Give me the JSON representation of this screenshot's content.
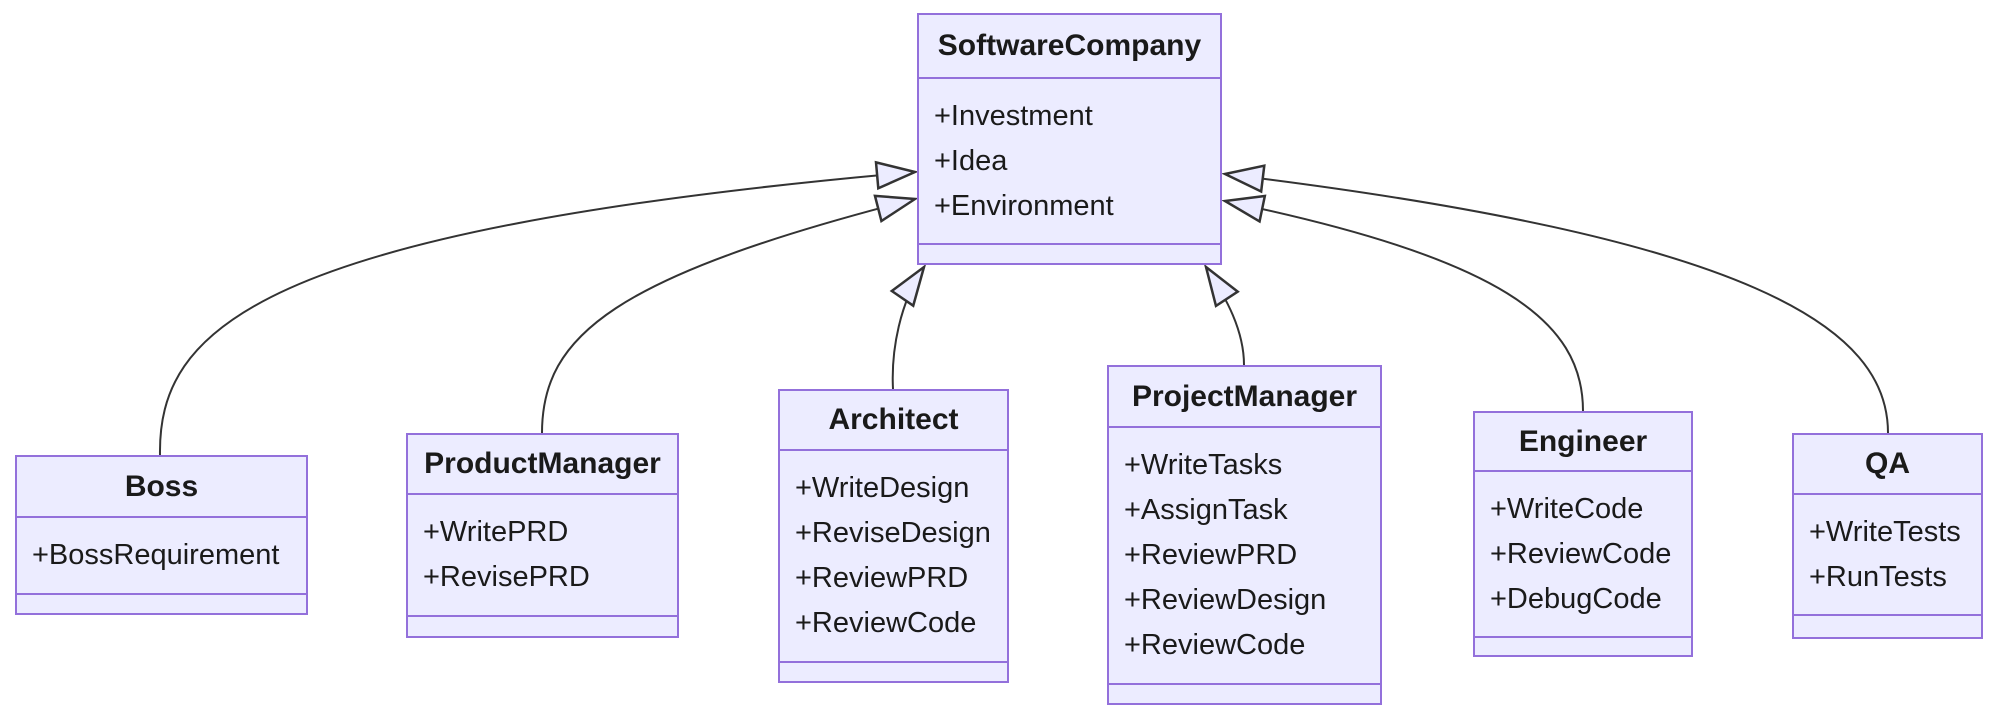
{
  "diagram": {
    "kind": "uml-class-diagram",
    "classes": [
      {
        "id": "software-company",
        "name": "SoftwareCompany",
        "members": [
          "+Investment",
          "+Idea",
          "+Environment"
        ],
        "methods": []
      },
      {
        "id": "boss",
        "name": "Boss",
        "members": [
          "+BossRequirement"
        ],
        "methods": []
      },
      {
        "id": "product-manager",
        "name": "ProductManager",
        "members": [
          "+WritePRD",
          "+RevisePRD"
        ],
        "methods": []
      },
      {
        "id": "architect",
        "name": "Architect",
        "members": [
          "+WriteDesign",
          "+ReviseDesign",
          "+ReviewPRD",
          "+ReviewCode"
        ],
        "methods": []
      },
      {
        "id": "project-manager",
        "name": "ProjectManager",
        "members": [
          "+WriteTasks",
          "+AssignTask",
          "+ReviewPRD",
          "+ReviewDesign",
          "+ReviewCode"
        ],
        "methods": []
      },
      {
        "id": "engineer",
        "name": "Engineer",
        "members": [
          "+WriteCode",
          "+ReviewCode",
          "+DebugCode"
        ],
        "methods": []
      },
      {
        "id": "qa",
        "name": "QA",
        "members": [
          "+WriteTests",
          "+RunTests"
        ],
        "methods": []
      }
    ],
    "relations": [
      {
        "from": "Boss",
        "to": "SoftwareCompany",
        "type": "inheritance"
      },
      {
        "from": "ProductManager",
        "to": "SoftwareCompany",
        "type": "inheritance"
      },
      {
        "from": "Architect",
        "to": "SoftwareCompany",
        "type": "inheritance"
      },
      {
        "from": "ProjectManager",
        "to": "SoftwareCompany",
        "type": "inheritance"
      },
      {
        "from": "Engineer",
        "to": "SoftwareCompany",
        "type": "inheritance"
      },
      {
        "from": "QA",
        "to": "SoftwareCompany",
        "type": "inheritance"
      }
    ],
    "colors": {
      "node_fill": "#ECECFF",
      "node_border": "#9370DB",
      "edge": "#333333",
      "text": "#1a1a1a",
      "background": "#ffffff"
    }
  }
}
